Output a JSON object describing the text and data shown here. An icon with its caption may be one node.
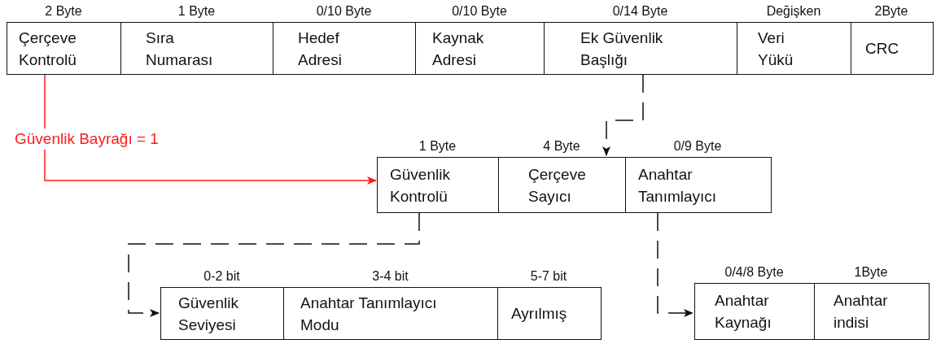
{
  "diagram": {
    "nodes": [
      {
        "text": [
          "Çerçeve Kontrolü"
        ],
        "beside": [
          "2 Byte"
        ]
      },
      {
        "text": [
          "Sıra Numarası"
        ],
        "beside": [
          "1 Byte"
        ]
      },
      {
        "text": [
          "Hedef Adresi"
        ],
        "beside": [
          "0/10 Byte"
        ]
      },
      {
        "text": [
          "Kaynak Adresi"
        ],
        "beside": [
          "0/10 Byte"
        ]
      },
      {
        "text": [
          "Ek Güvenlik Başlığı"
        ],
        "beside": [
          "0/14 Byte"
        ]
      },
      {
        "text": [
          "Veri Yükü"
        ],
        "beside": [
          "Değişken"
        ]
      },
      {
        "text": [
          "CRC"
        ],
        "beside": [
          "2Byte"
        ]
      },
      {
        "text": [
          "Güvenlik Kontrolü"
        ],
        "beside": [
          "1 Byte"
        ]
      },
      {
        "text": [
          "Çerçeve Sayıcı"
        ],
        "beside": [
          "4 Byte"
        ]
      },
      {
        "text": [
          "Anahtar Tanımlayıcı"
        ],
        "beside": [
          "0/9 Byte"
        ]
      },
      {
        "text": [
          "Güvenlik Seviyesi"
        ],
        "beside": [
          "0-2 bit"
        ]
      },
      {
        "text": [
          "Anahtar Tanımlayıcı Modu"
        ],
        "beside": [
          "3-4 bit"
        ]
      },
      {
        "text": [
          "Ayrılmış"
        ],
        "beside": [
          "5-7 bit"
        ]
      },
      {
        "text": [
          "Anahtar Kaynağı"
        ],
        "beside": [
          "0/4/8 Byte"
        ]
      },
      {
        "text": [
          "Anahtar indisi"
        ],
        "beside": [
          "1Byte"
        ]
      }
    ],
    "edges": [
      {
        "from": 0,
        "to": 7,
        "arrow": "to",
        "label": "Güvenlik Bayrağı = 1",
        "color": "#ff1a1a"
      },
      {
        "from": 4,
        "to": 8,
        "arrow": "to",
        "style": "dashed"
      },
      {
        "from": 7,
        "to": 10,
        "arrow": "to",
        "style": "dashed"
      },
      {
        "from": 9,
        "to": 13,
        "arrow": "to",
        "style": "dashed"
      }
    ]
  }
}
